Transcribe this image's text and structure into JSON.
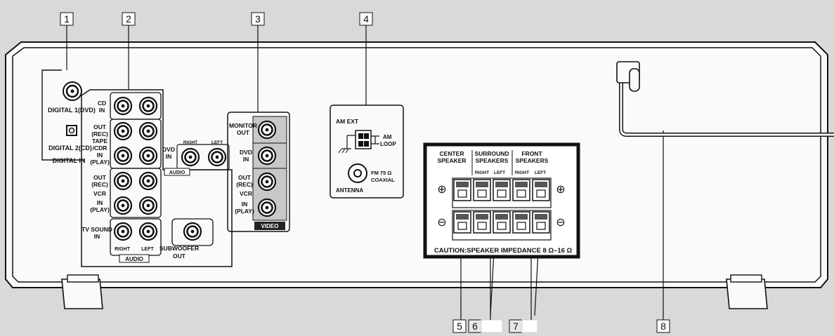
{
  "callouts": [
    "1",
    "2",
    "3",
    "4",
    "5",
    "6",
    "7",
    "8"
  ],
  "digital": {
    "coax": "DIGITAL 1(DVD)",
    "optical": "DIGITAL 2(CD)",
    "group": "DIGITAL IN"
  },
  "audio_panel": {
    "cd": [
      "CD",
      "IN"
    ],
    "tape_out": [
      "OUT",
      "(REC)"
    ],
    "tape_mid": [
      "TAPE",
      "/CDR"
    ],
    "tape_in": [
      "IN",
      "(PLAY)"
    ],
    "vcr_out": [
      "OUT",
      "(REC)"
    ],
    "vcr": "VCR",
    "vcr_in": [
      "IN",
      "(PLAY)"
    ],
    "tv": [
      "TV SOUND",
      "IN"
    ],
    "right": "RIGHT",
    "left": "LEFT",
    "audio": "AUDIO",
    "sub": [
      "SUBWOOFER",
      "OUT"
    ]
  },
  "dvd_audio": {
    "label": [
      "DVD",
      "IN"
    ],
    "right": "RIGHT",
    "left": "LEFT",
    "audio": "AUDIO"
  },
  "video_panel": {
    "monitor": [
      "MONITOR",
      "OUT"
    ],
    "dvd": [
      "DVD",
      "IN"
    ],
    "vcr_out": [
      "OUT",
      "(REC)"
    ],
    "vcr": "VCR",
    "vcr_in": [
      "IN",
      "(PLAY)"
    ],
    "video": "VIDEO"
  },
  "antenna": {
    "am_ext": "AM EXT",
    "am_loop": [
      "AM",
      "LOOP"
    ],
    "fm": [
      "FM 75 Ω",
      "COAXIAL"
    ],
    "label": "ANTENNA"
  },
  "speakers": {
    "center": [
      "CENTER",
      "SPEAKER"
    ],
    "surround": [
      "SURROUND",
      "SPEAKERS"
    ],
    "front": [
      "FRONT",
      "SPEAKERS"
    ],
    "right": "RIGHT",
    "left": "LEFT",
    "plus": "⊕",
    "minus": "⊖",
    "caution": "CAUTION:SPEAKER IMPEDANCE 8 Ω–16 Ω"
  }
}
